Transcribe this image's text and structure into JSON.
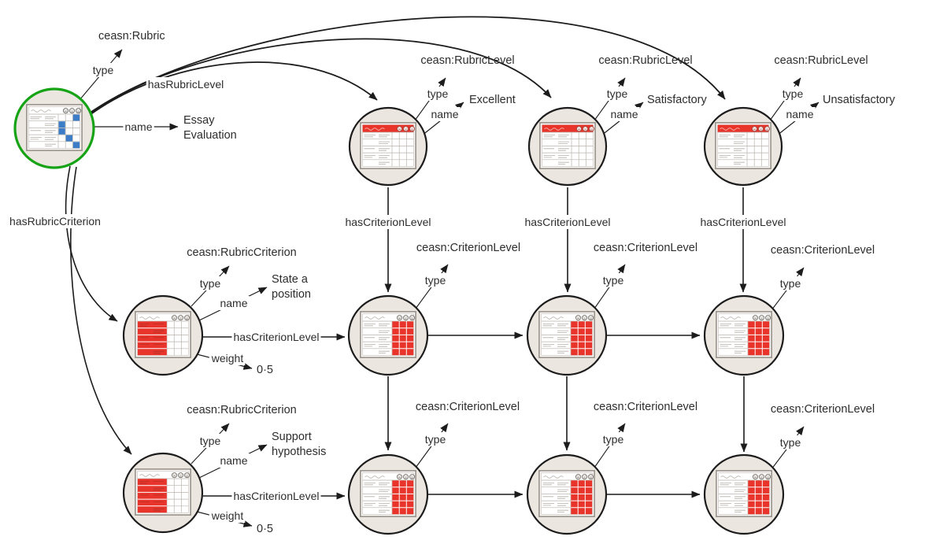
{
  "diagram": {
    "classes": {
      "rubric": "ceasn:Rubric",
      "rubricLevel": "ceasn:RubricLevel",
      "rubricCriterion": "ceasn:RubricCriterion",
      "criterionLevel": "ceasn:CriterionLevel"
    },
    "predicates": {
      "type": "type",
      "name": "name",
      "weight": "weight",
      "hasRubricLevel": "hasRubricLevel",
      "hasRubricCriterion": "hasRubricCriterion",
      "hasCriterionLevel": "hasCriterionLevel"
    },
    "values": {
      "rubric_name_lines": [
        "Essay",
        "Evaluation"
      ],
      "level_names": [
        "Excellent",
        "Satisfactory",
        "Unsatisfactory"
      ],
      "criterion_1_name_lines": [
        "State a",
        "position"
      ],
      "criterion_2_name_lines": [
        "Support",
        "hypothesis"
      ],
      "criterion_weights": [
        "0·5",
        "0·5"
      ]
    },
    "colors": {
      "background": "#ffffff",
      "node_fill": "#ece6e1",
      "node_border": "#1c1c1c",
      "rubric_node_border": "#16a316",
      "table_red": "#e8342a",
      "table_blue": "#3d7dc8",
      "edge": "#1c1c1c",
      "text": "#2d2d2d"
    },
    "icons": {
      "window_header_icons": [
        "frown-face-icon",
        "neutral-face-icon",
        "smile-face-icon"
      ]
    }
  }
}
